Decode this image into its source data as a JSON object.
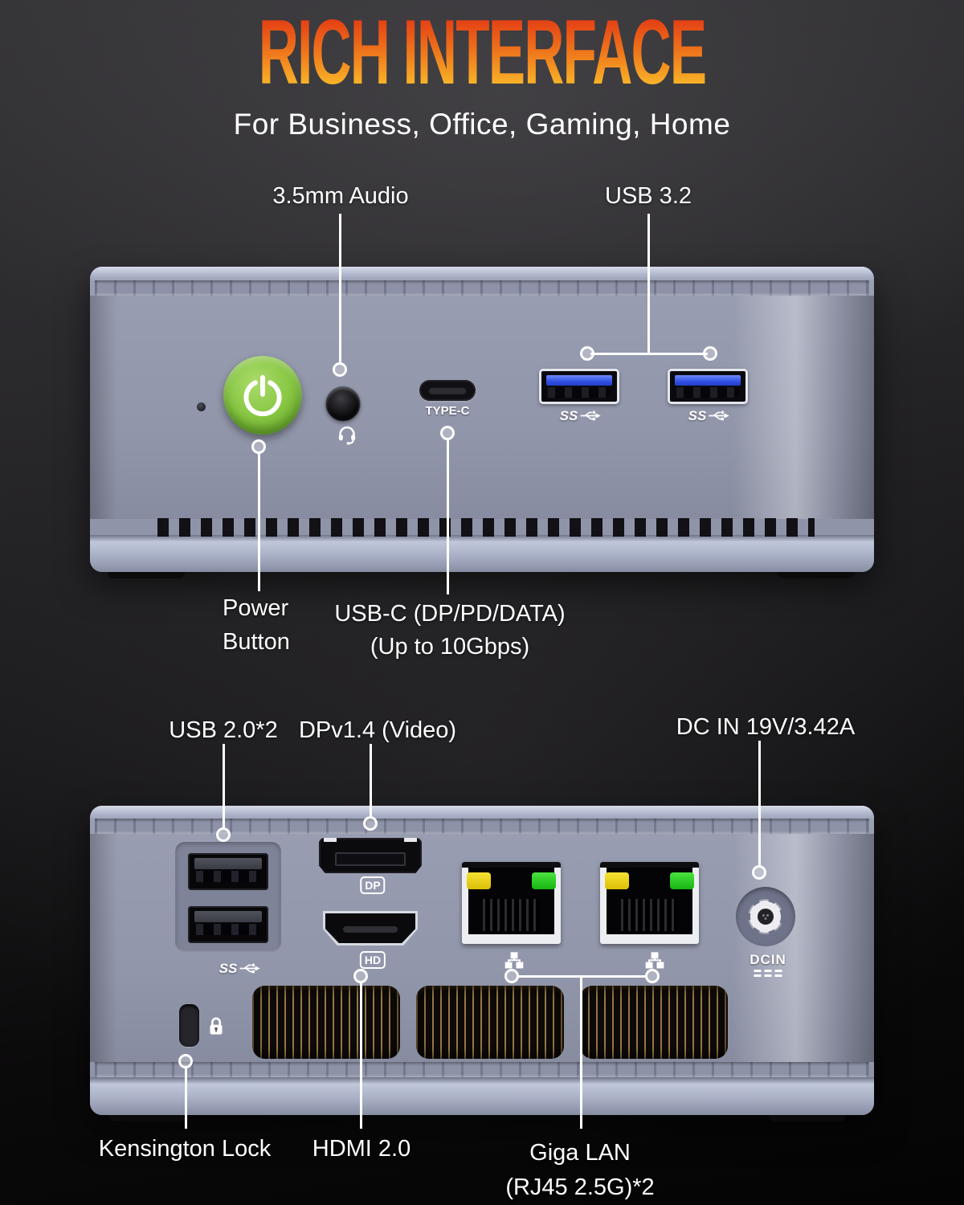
{
  "header": {
    "title": "RICH INTERFACE",
    "subtitle": "For Business, Office, Gaming, Home"
  },
  "front": {
    "audio_label": "3.5mm Audio",
    "usb32_label": "USB 3.2",
    "typec_marking": "TYPE-C",
    "power_label_line1": "Power",
    "power_label_line2": "Button",
    "usbc_label_line1": "USB-C (DP/PD/DATA)",
    "usbc_label_line2": "(Up to 10Gbps)"
  },
  "back": {
    "usb20_label": "USB 2.0*2",
    "dp_label": "DPv1.4 (Video)",
    "dcin_label": "DC IN 19V/3.42A",
    "kensington_label": "Kensington Lock",
    "hdmi_label": "HDMI 2.0",
    "lan_label_line1": "Giga LAN",
    "lan_label_line2": "(RJ45 2.5G)*2",
    "dp_marking": "DP",
    "hd_marking": "HD",
    "dcin_marking": "DCIN"
  },
  "markings": {
    "ss": "SS"
  },
  "colors": {
    "title_gradient_top": "#e23513",
    "title_gradient_mid": "#ef7a1c",
    "title_gradient_bottom": "#fbc52c",
    "power_button_green": "#82c341",
    "usb3_port_blue": "#3050e8",
    "lan_led_yellow": "#edd216",
    "lan_led_green": "#2fd32b",
    "case_color": "#9096aa",
    "label_text": "#ffffff"
  }
}
